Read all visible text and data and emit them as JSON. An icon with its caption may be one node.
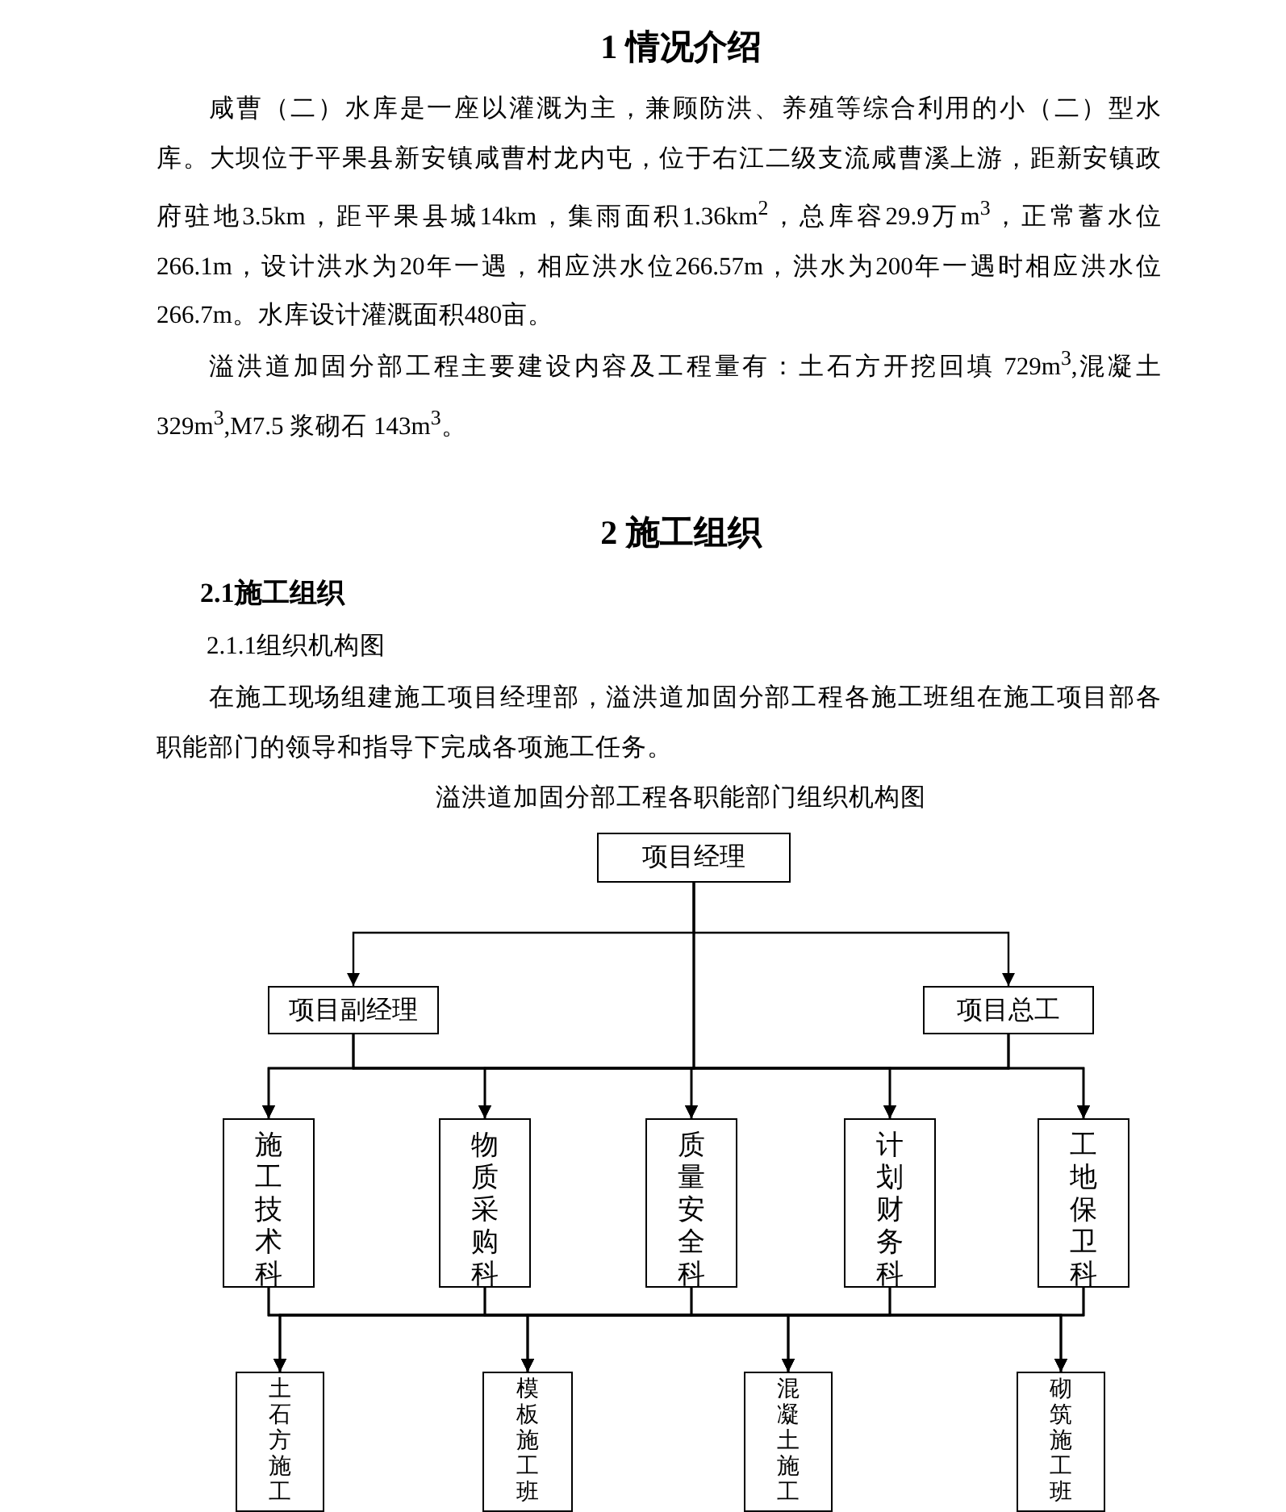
{
  "diagram": {
    "title": "溢洪道加固分部工程各职能部门组织机构图",
    "nodes": [
      {
        "text": [
          "项目经理"
        ]
      },
      {
        "text": [
          "项目副经理"
        ]
      },
      {
        "text": [
          "项目总工"
        ]
      },
      {
        "text": [
          "施工技术科"
        ]
      },
      {
        "text": [
          "物质采购科"
        ]
      },
      {
        "text": [
          "质量安全科"
        ]
      },
      {
        "text": [
          "计划财务科"
        ]
      },
      {
        "text": [
          "工地保卫科"
        ]
      },
      {
        "text": [
          "土石方施工"
        ]
      },
      {
        "text": [
          "模板施工班"
        ]
      },
      {
        "text": [
          "混凝土施工"
        ]
      },
      {
        "text": [
          "砌筑施工班"
        ]
      }
    ],
    "edges": [
      {
        "from": 0,
        "to": 1,
        "arrow": "to"
      },
      {
        "from": 0,
        "to": 2,
        "arrow": "to"
      },
      {
        "from": 0,
        "to": 3,
        "arrow": "to"
      },
      {
        "from": 0,
        "to": 4,
        "arrow": "to"
      },
      {
        "from": 0,
        "to": 5,
        "arrow": "to"
      },
      {
        "from": 0,
        "to": 6,
        "arrow": "to"
      },
      {
        "from": 0,
        "to": 7,
        "arrow": "to"
      },
      {
        "from": 1,
        "to": 3,
        "arrow": "to"
      },
      {
        "from": 1,
        "to": 4,
        "arrow": "to"
      },
      {
        "from": 1,
        "to": 5,
        "arrow": "to"
      },
      {
        "from": 1,
        "to": 6,
        "arrow": "to"
      },
      {
        "from": 1,
        "to": 7,
        "arrow": "to"
      },
      {
        "from": 2,
        "to": 3,
        "arrow": "to"
      },
      {
        "from": 2,
        "to": 4,
        "arrow": "to"
      },
      {
        "from": 2,
        "to": 5,
        "arrow": "to"
      },
      {
        "from": 2,
        "to": 6,
        "arrow": "to"
      },
      {
        "from": 2,
        "to": 7,
        "arrow": "to"
      },
      {
        "from": 3,
        "to": 8,
        "arrow": "to"
      },
      {
        "from": 3,
        "to": 9,
        "arrow": "to"
      },
      {
        "from": 3,
        "to": 10,
        "arrow": "to"
      },
      {
        "from": 3,
        "to": 11,
        "arrow": "to"
      },
      {
        "from": 4,
        "to": 8,
        "arrow": "to"
      },
      {
        "from": 4,
        "to": 9,
        "arrow": "to"
      },
      {
        "from": 4,
        "to": 10,
        "arrow": "to"
      },
      {
        "from": 4,
        "to": 11,
        "arrow": "to"
      },
      {
        "from": 5,
        "to": 8,
        "arrow": "to"
      },
      {
        "from": 5,
        "to": 9,
        "arrow": "to"
      },
      {
        "from": 5,
        "to": 10,
        "arrow": "to"
      },
      {
        "from": 5,
        "to": 11,
        "arrow": "to"
      },
      {
        "from": 6,
        "to": 8,
        "arrow": "to"
      },
      {
        "from": 6,
        "to": 9,
        "arrow": "to"
      },
      {
        "from": 6,
        "to": 10,
        "arrow": "to"
      },
      {
        "from": 6,
        "to": 11,
        "arrow": "to"
      },
      {
        "from": 7,
        "to": 8,
        "arrow": "to"
      },
      {
        "from": 7,
        "to": 9,
        "arrow": "to"
      },
      {
        "from": 7,
        "to": 10,
        "arrow": "to"
      },
      {
        "from": 7,
        "to": 11,
        "arrow": "to"
      }
    ],
    "labels": [
      "1 情况介绍",
      "咸曹（二）水库是一座以灌溉为主，兼顾防洪、养殖等综合利用的小（二）型水库。大坝位于平果县新安镇咸曹村龙内屯，位于右江二级支流咸曹溪上游，距新安镇政府驻地3.5km，距平果县城14km，集雨面积1.36km$^{2}$，总库容29.9万m$^{3}$，正常蓄水位266.1m，设计洪水为20年一遇，相应洪水位266.57m，洪水为200年一遇时相应洪水位266.7m。水库设计灌溉面积480亩。",
      "溢洪道加固分部工程主要建设内容及工程量有：土石方开挖回填 729m$^{3}$,混凝土 329m$^{3}$,M7.5 浆砌石 143m$^{3}$。",
      "2 施工组织",
      "2.1施工组织",
      "2.1.1组织机构图",
      "在施工现场组建施工项目经理部，溢洪道加固分部工程各施工班组在施工项目部各职能部门的领导和指导下完成各项施工任务。"
    ]
  }
}
